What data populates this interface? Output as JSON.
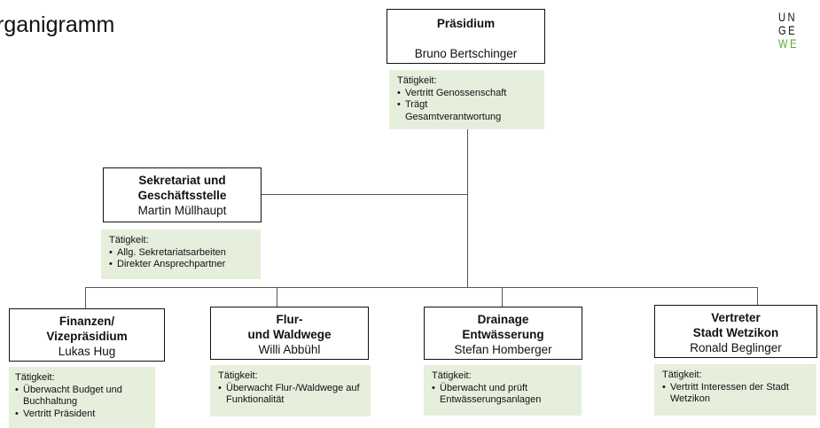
{
  "title": "rganigramm",
  "logo": {
    "line1": "UN",
    "line2": "GE",
    "line3": "WE",
    "color3": "#5aa832"
  },
  "colors": {
    "activity_bg": "#e6efdc",
    "line": "#555555"
  },
  "praesidium": {
    "title": "Präsidium",
    "person": "Bruno Bertschinger",
    "activity_label": "Tätigkeit:",
    "activities": [
      "Vertritt Genossenschaft",
      "Trägt Gesamtverantwortung"
    ]
  },
  "sekretariat": {
    "title_line1": "Sekretariat und",
    "title_line2": "Geschäftsstelle",
    "person": "Martin Müllhaupt",
    "activity_label": "Tätigkeit:",
    "activities": [
      "Allg. Sekretariatsarbeiten",
      "Direkter Ansprechpartner"
    ]
  },
  "finanzen": {
    "title_line1": "Finanzen/",
    "title_line2": "Vizepräsidium",
    "person": "Lukas Hug",
    "activity_label": "Tätigkeit:",
    "activities": [
      "Überwacht Budget und Buchhaltung",
      "Vertritt Präsident"
    ]
  },
  "flur": {
    "title_line1": "Flur-",
    "title_line2": "und Waldwege",
    "person": "Willi Abbühl",
    "activity_label": "Tätigkeit:",
    "activities": [
      "Überwacht Flur-/Waldwege auf Funktionalität"
    ]
  },
  "drainage": {
    "title_line1": "Drainage",
    "title_line2": "Entwässerung",
    "person": "Stefan Homberger",
    "activity_label": "Tätigkeit:",
    "activities": [
      "Überwacht und prüft Entwässerungsanlagen"
    ]
  },
  "vertreter": {
    "title_line1": "Vertreter",
    "title_line2": "Stadt Wetzikon",
    "person": "Ronald Beglinger",
    "activity_label": "Tätigkeit:",
    "activities": [
      "Vertritt Interessen der Stadt Wetzikon"
    ]
  }
}
